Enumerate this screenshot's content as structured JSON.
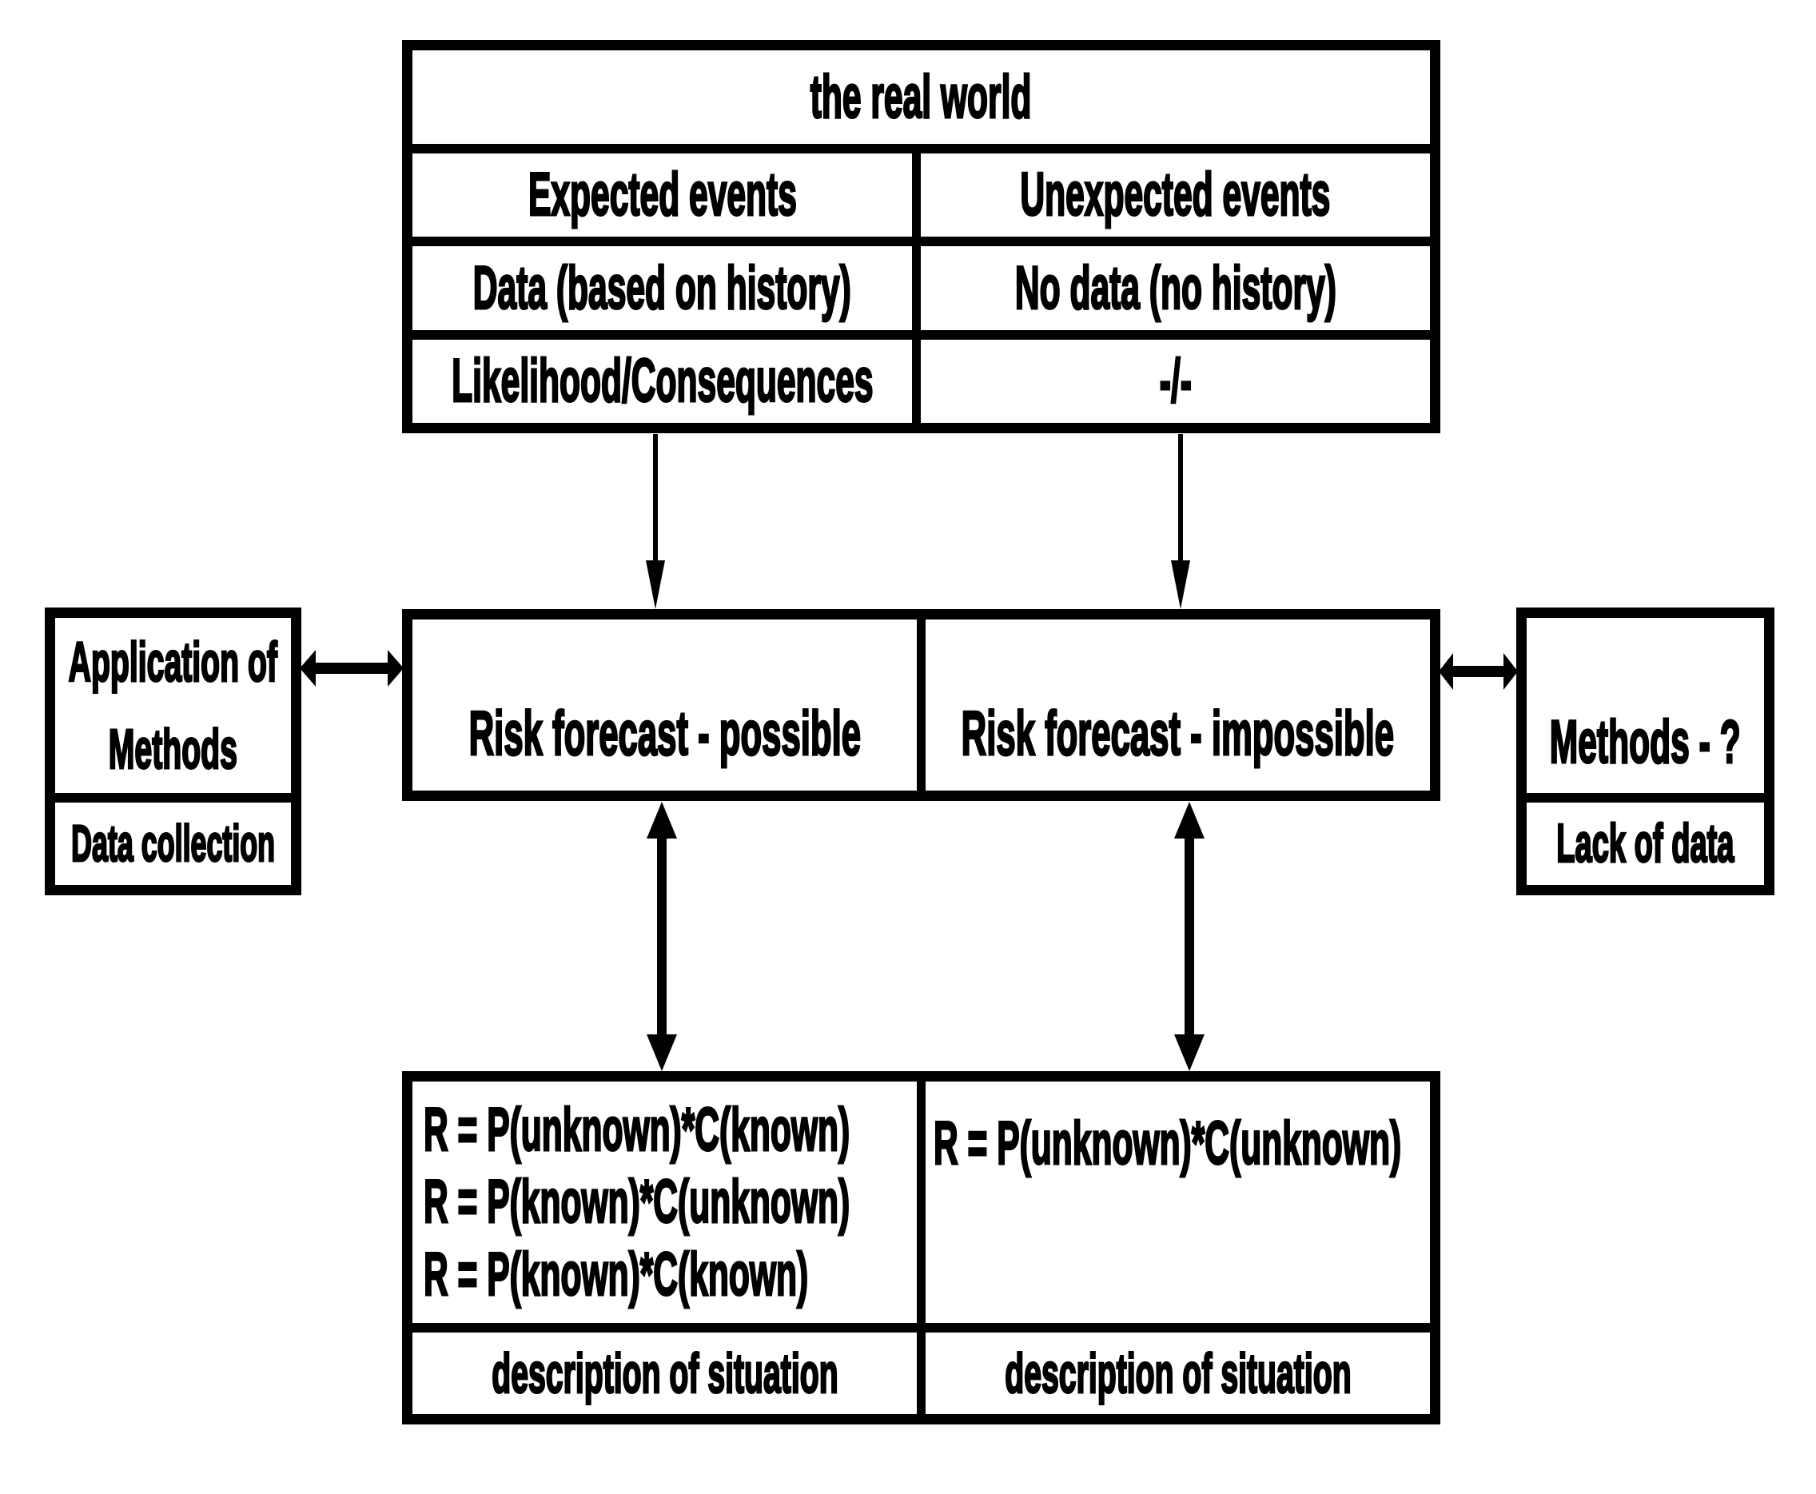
{
  "colors": {
    "ink": "#000000",
    "paper": "#ffffff"
  },
  "table": {
    "header": "the real world",
    "rows": [
      {
        "left": "Expected events",
        "right": "Unexpected events"
      },
      {
        "left": "Data (based on history)",
        "right": "No data (no history)"
      },
      {
        "left": "Likelihood/Consequences",
        "right": "-/-"
      }
    ]
  },
  "risk": {
    "possible": "Risk forecast - possible",
    "impossible": "Risk forecast - impossible"
  },
  "left_panel": {
    "top_lines": [
      "Application of",
      "Methods"
    ],
    "bottom": "Data collection"
  },
  "right_panel": {
    "top": "Methods - ?",
    "bottom": "Lack of data"
  },
  "bottom_left": {
    "formulas": [
      "R = P(unknown)*C(known)",
      "R = P(known)*C(unknown)",
      "R = P(known)*C(known)"
    ],
    "caption": "description of situation"
  },
  "bottom_right": {
    "formulas": [
      "R = P(unknown)*C(unknown)"
    ],
    "caption": "description of situation"
  }
}
